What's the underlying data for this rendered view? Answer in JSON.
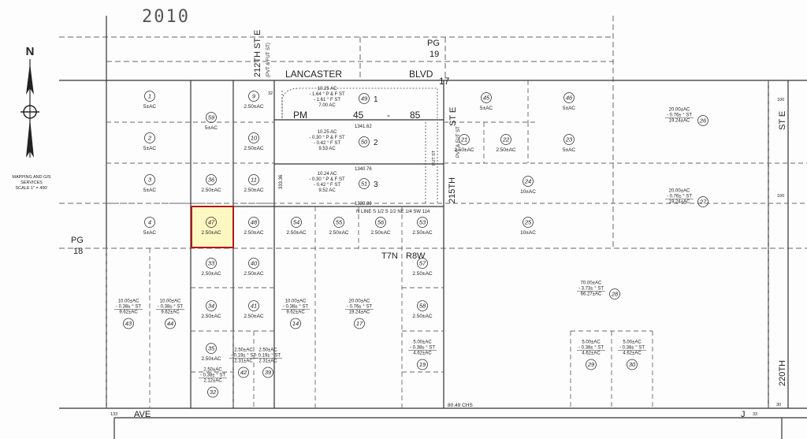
{
  "map": {
    "year": "2010",
    "credit_line1": "MAPPING AND GIS",
    "credit_line2": "SERVICES",
    "credit_line3": "SCALE 1\" = 400'",
    "pg_top": "PG",
    "pg_top_num": "19",
    "pg_left": "PG",
    "pg_left_num": "18",
    "street_212": "212TH ST E",
    "street_212_pvt": "(PVT & FUT ST)",
    "street_215": "215TH",
    "street_215_ste": "ST E",
    "street_215_pvt": "PVT & FUT ST",
    "street_220": "220TH",
    "street_220_ste": "ST E",
    "lancaster": "LANCASTER",
    "blvd": "BLVD",
    "blvd_num": "17",
    "pm": "PM",
    "pm_num": "45",
    "pm_dash": "-",
    "pm_page": "85",
    "twp": "T7N",
    "rng": "R8W",
    "ave": "AVE",
    "ave_j": "J",
    "chs": "80.49 CHS",
    "n_line": "N LINE S 1/2 S 1/2 NE 1/4 SW 114",
    "fut_st": "FUT ST"
  },
  "parcels": [
    {
      "num": "1",
      "area": "5±AC"
    },
    {
      "num": "2",
      "area": "5±AC"
    },
    {
      "num": "3",
      "area": "5±AC"
    },
    {
      "num": "4",
      "area": "5±AC"
    },
    {
      "num": "59",
      "area": "5±AC"
    },
    {
      "num": "36",
      "area": "2.50±AC"
    },
    {
      "num": "47",
      "area": "2.50±AC"
    },
    {
      "num": "9",
      "area": "2.50±AC"
    },
    {
      "num": "10",
      "area": "2.50±AC"
    },
    {
      "num": "11",
      "area": "2.50±AC"
    },
    {
      "num": "48",
      "area": "2.50±AC"
    },
    {
      "num": "54",
      "area": "2.50±AC"
    },
    {
      "num": "55",
      "area": "2.50±AC"
    },
    {
      "num": "56",
      "area": "2.50±AC"
    },
    {
      "num": "53",
      "area": "2.50±AC"
    },
    {
      "num": "45",
      "area": "5±AC"
    },
    {
      "num": "46",
      "area": "5±AC"
    },
    {
      "num": "21",
      "area": "2.50±AC"
    },
    {
      "num": "22",
      "area": "2.50±AC"
    },
    {
      "num": "23",
      "area": "5±AC"
    },
    {
      "num": "24",
      "area": "10±AC"
    },
    {
      "num": "25",
      "area": "10±AC"
    },
    {
      "num": "33",
      "area": "2.50±AC"
    },
    {
      "num": "40",
      "area": "2.50±AC"
    },
    {
      "num": "34",
      "area": "2.50±AC"
    },
    {
      "num": "41",
      "area": "2.50±AC"
    },
    {
      "num": "35",
      "area": "2.50±AC"
    },
    {
      "num": "57",
      "area": "2.50±AC"
    },
    {
      "num": "58",
      "area": "2.50±AC"
    }
  ],
  "multi_parcels": [
    {
      "num": "49",
      "l1": "10.25 AC",
      "l2": "- 1.64 ° P & F ST",
      "l3": "- 1.61 ° F ST",
      "l4": "7.00 AC",
      "suffix": "1"
    },
    {
      "num": "50",
      "l1": "10.25 AC",
      "l2": "- 0.30 ° P & F ST",
      "l3": "- 0.42 ° F ST",
      "l4": "9.53 AC",
      "suffix": "2"
    },
    {
      "num": "51",
      "l1": "10.24 AC",
      "l2": "- 0.30 ° P & F ST",
      "l3": "- 0.42 ° F ST",
      "l4": "9.52 AC",
      "suffix": "3"
    },
    {
      "num": "43",
      "l1": "10.00±AC",
      "l2": "- 0.38± ° ST",
      "l3": "9.62±AC"
    },
    {
      "num": "44",
      "l1": "10.00±AC",
      "l2": "- 0.38± ° ST",
      "l3": "9.62±AC"
    },
    {
      "num": "14",
      "l1": "10.00±AC",
      "l2": "- 0.38± ° ST",
      "l3": "9.62±AC"
    },
    {
      "num": "17",
      "l1": "20.00±AC",
      "l2": "- 0.76± ° ST",
      "l3": "19.24±AC"
    },
    {
      "num": "19",
      "l1": "5.00±AC",
      "l2": "- 0.38± ° ST",
      "l3": "4.62±AC"
    },
    {
      "num": "29",
      "l1": "5.00±AC",
      "l2": "- 0.38± ° ST",
      "l3": "4.62±AC"
    },
    {
      "num": "30",
      "l1": "5.00±AC",
      "l2": "- 0.38± ° ST",
      "l3": "4.62±AC"
    },
    {
      "num": "28",
      "l1": "70.00±AC",
      "l2": "- 3.73± ° ST",
      "l3": "66.27±AC"
    },
    {
      "num": "26",
      "l1": "20.00±AC",
      "l2": "- 0.76± ° ST",
      "l3": "19.24±AC"
    },
    {
      "num": "27",
      "l1": "20.00±AC",
      "l2": "- 0.76± ° ST",
      "l3": "19.24±AC"
    },
    {
      "num": "32",
      "l1": "2.50±AC",
      "l2": "- 0.38± ° ST",
      "l3": "2.12±AC"
    },
    {
      "num": "42",
      "l1": "2.50±AC",
      "l2": "- 0.19± ° ST",
      "l3": "2.31±AC"
    },
    {
      "num": "39",
      "l1": "2.50±AC",
      "l2": "- 0.19± ° ST",
      "l3": "2.31±AC"
    }
  ],
  "dimensions": {
    "d1341": "1341.62",
    "d1340": "1340.76",
    "d1339": "1339.89",
    "d333": "333.36",
    "d32": "32",
    "d100a": "100",
    "d100b": "100",
    "d133": "133",
    "d33": "33",
    "d30": "30"
  }
}
